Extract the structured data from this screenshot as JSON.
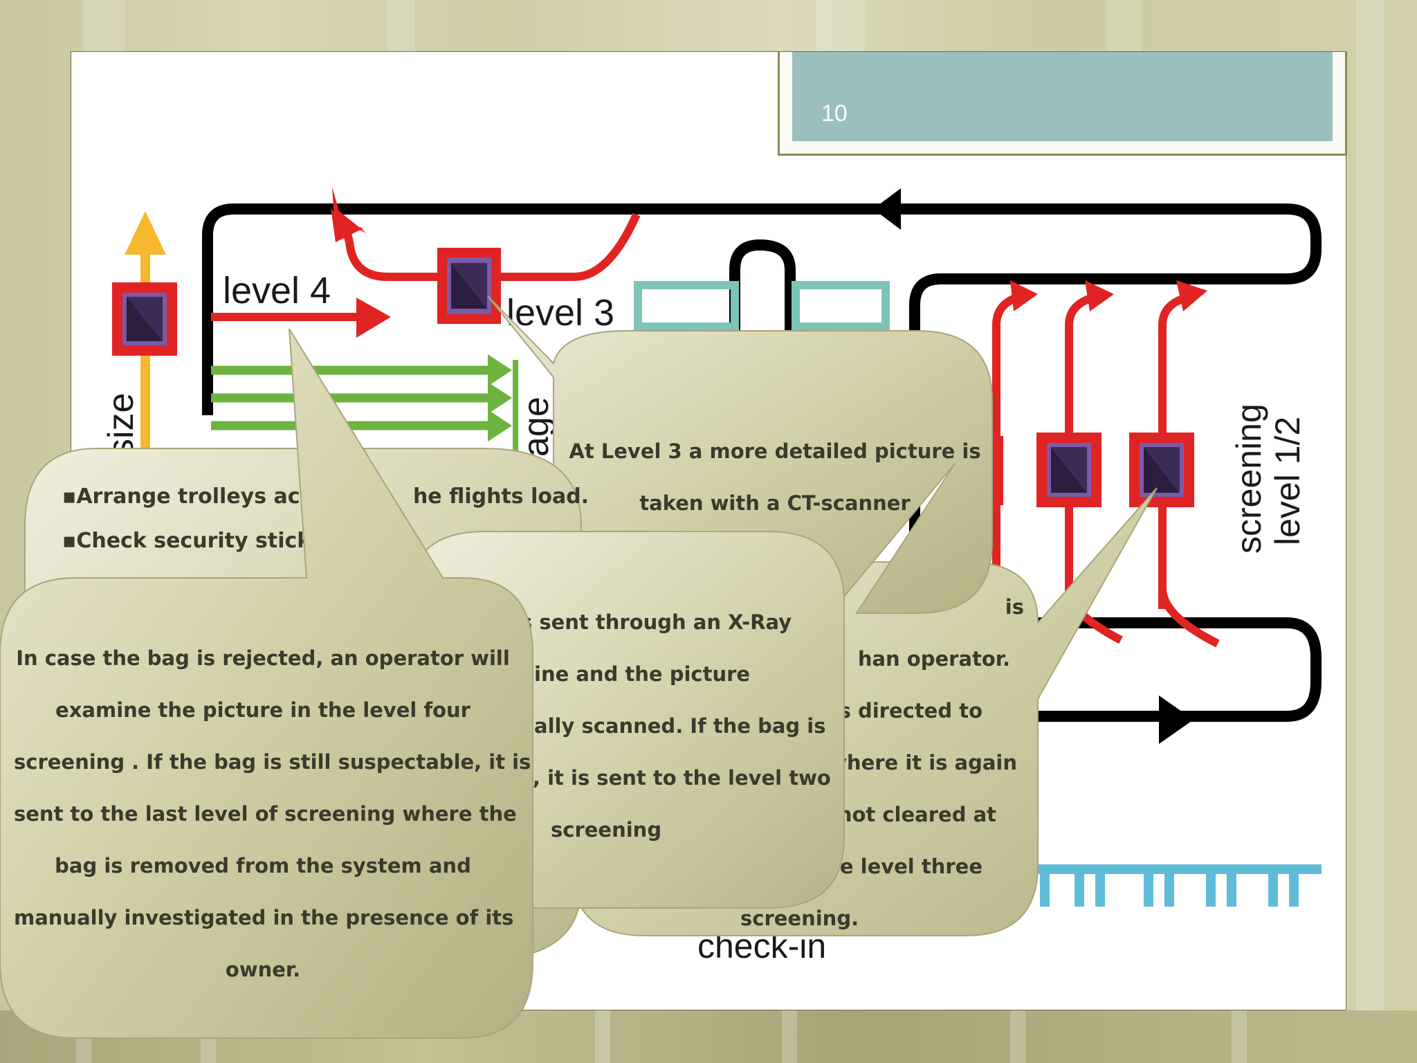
{
  "slide_number": "10",
  "diagram": {
    "label_level4": "level 4",
    "label_level3": "level 3",
    "label_size": "size",
    "label_age": "age",
    "label_screening": "screening",
    "label_level12": "level 1/2",
    "label_checkin": "check-in"
  },
  "callouts": {
    "level3": {
      "lines": [
        "At Level 3 a more detailed picture is",
        "taken with a CT-scanner"
      ]
    },
    "trolley": {
      "lines": [
        "▪Arrange trolleys acco",
        "he flights load.",
        "▪Check  security  sticke"
      ]
    },
    "xray": {
      "lines": [
        "s sent through an X-Ray",
        "ine and the picture",
        "ally scanned. If the bag is",
        ", it is sent to the level two",
        "screening"
      ]
    },
    "operator": {
      "lines": [
        "is",
        "han operator.",
        "is directed to",
        "vhere it is again",
        "not cleared at",
        "he level three",
        "screening."
      ]
    },
    "level4": {
      "lines": [
        "In case the bag is rejected, an operator will",
        "examine the picture in the level four",
        "screening . If the bag is still suspectable, it is",
        "sent to the last level of screening where the",
        "bag is removed from the system and",
        "manually investigated in the presence of its",
        "owner."
      ]
    }
  }
}
